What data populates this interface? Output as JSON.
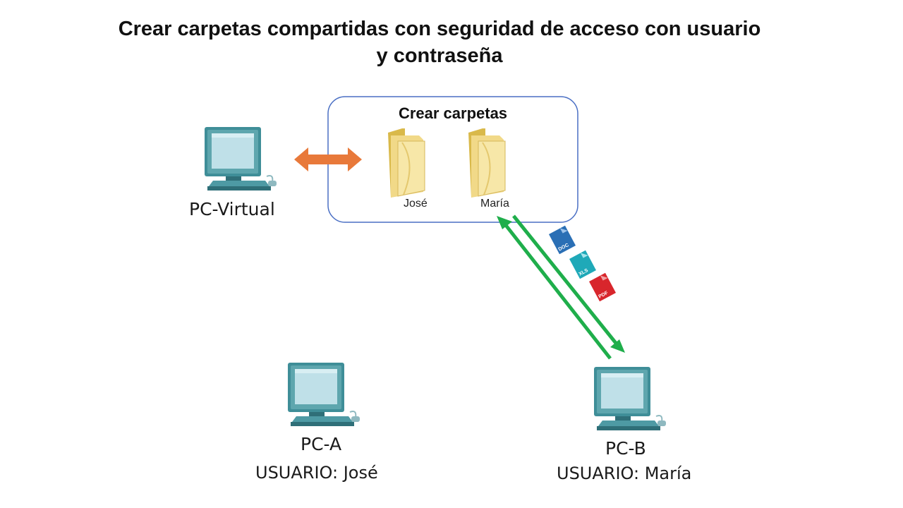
{
  "title": {
    "line1": "Crear carpetas compartidas con seguridad de acceso con usuario",
    "line2": "y contraseña"
  },
  "folder_box": {
    "title": "Crear carpetas",
    "folders": [
      {
        "label": "José",
        "icon": "folder-icon"
      },
      {
        "label": "María",
        "icon": "folder-icon"
      }
    ]
  },
  "computers": {
    "virtual": {
      "name": "PC-Virtual",
      "icon": "computer-icon"
    },
    "pc_a": {
      "name": "PC-A",
      "user": "USUARIO: José",
      "icon": "computer-icon"
    },
    "pc_b": {
      "name": "PC-B",
      "user": "USUARIO: María",
      "icon": "computer-icon"
    }
  },
  "file_types": [
    {
      "label": "DOC",
      "color": "#2a6fb5"
    },
    {
      "label": "XLS",
      "color": "#1fa9b8"
    },
    {
      "label": "PDF",
      "color": "#d8262c"
    }
  ],
  "colors": {
    "box_border": "#4a6fc4",
    "double_arrow": "#e8793a",
    "transfer_arrows": "#1fae4b",
    "monitor": "#3f8e98"
  }
}
